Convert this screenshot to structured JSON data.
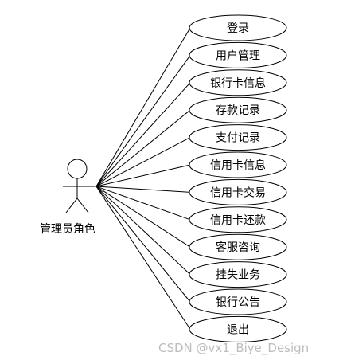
{
  "actor": {
    "label": "管理员角色"
  },
  "use_cases": [
    {
      "label": "登录"
    },
    {
      "label": "用户管理"
    },
    {
      "label": "银行卡信息"
    },
    {
      "label": "存款记录"
    },
    {
      "label": "支付记录"
    },
    {
      "label": "信用卡信息"
    },
    {
      "label": "信用卡交易"
    },
    {
      "label": "信用卡还款"
    },
    {
      "label": "客服咨询"
    },
    {
      "label": "挂失业务"
    },
    {
      "label": "银行公告"
    },
    {
      "label": "退出"
    }
  ],
  "watermark": "CSDN @vx1_Biye_Design"
}
